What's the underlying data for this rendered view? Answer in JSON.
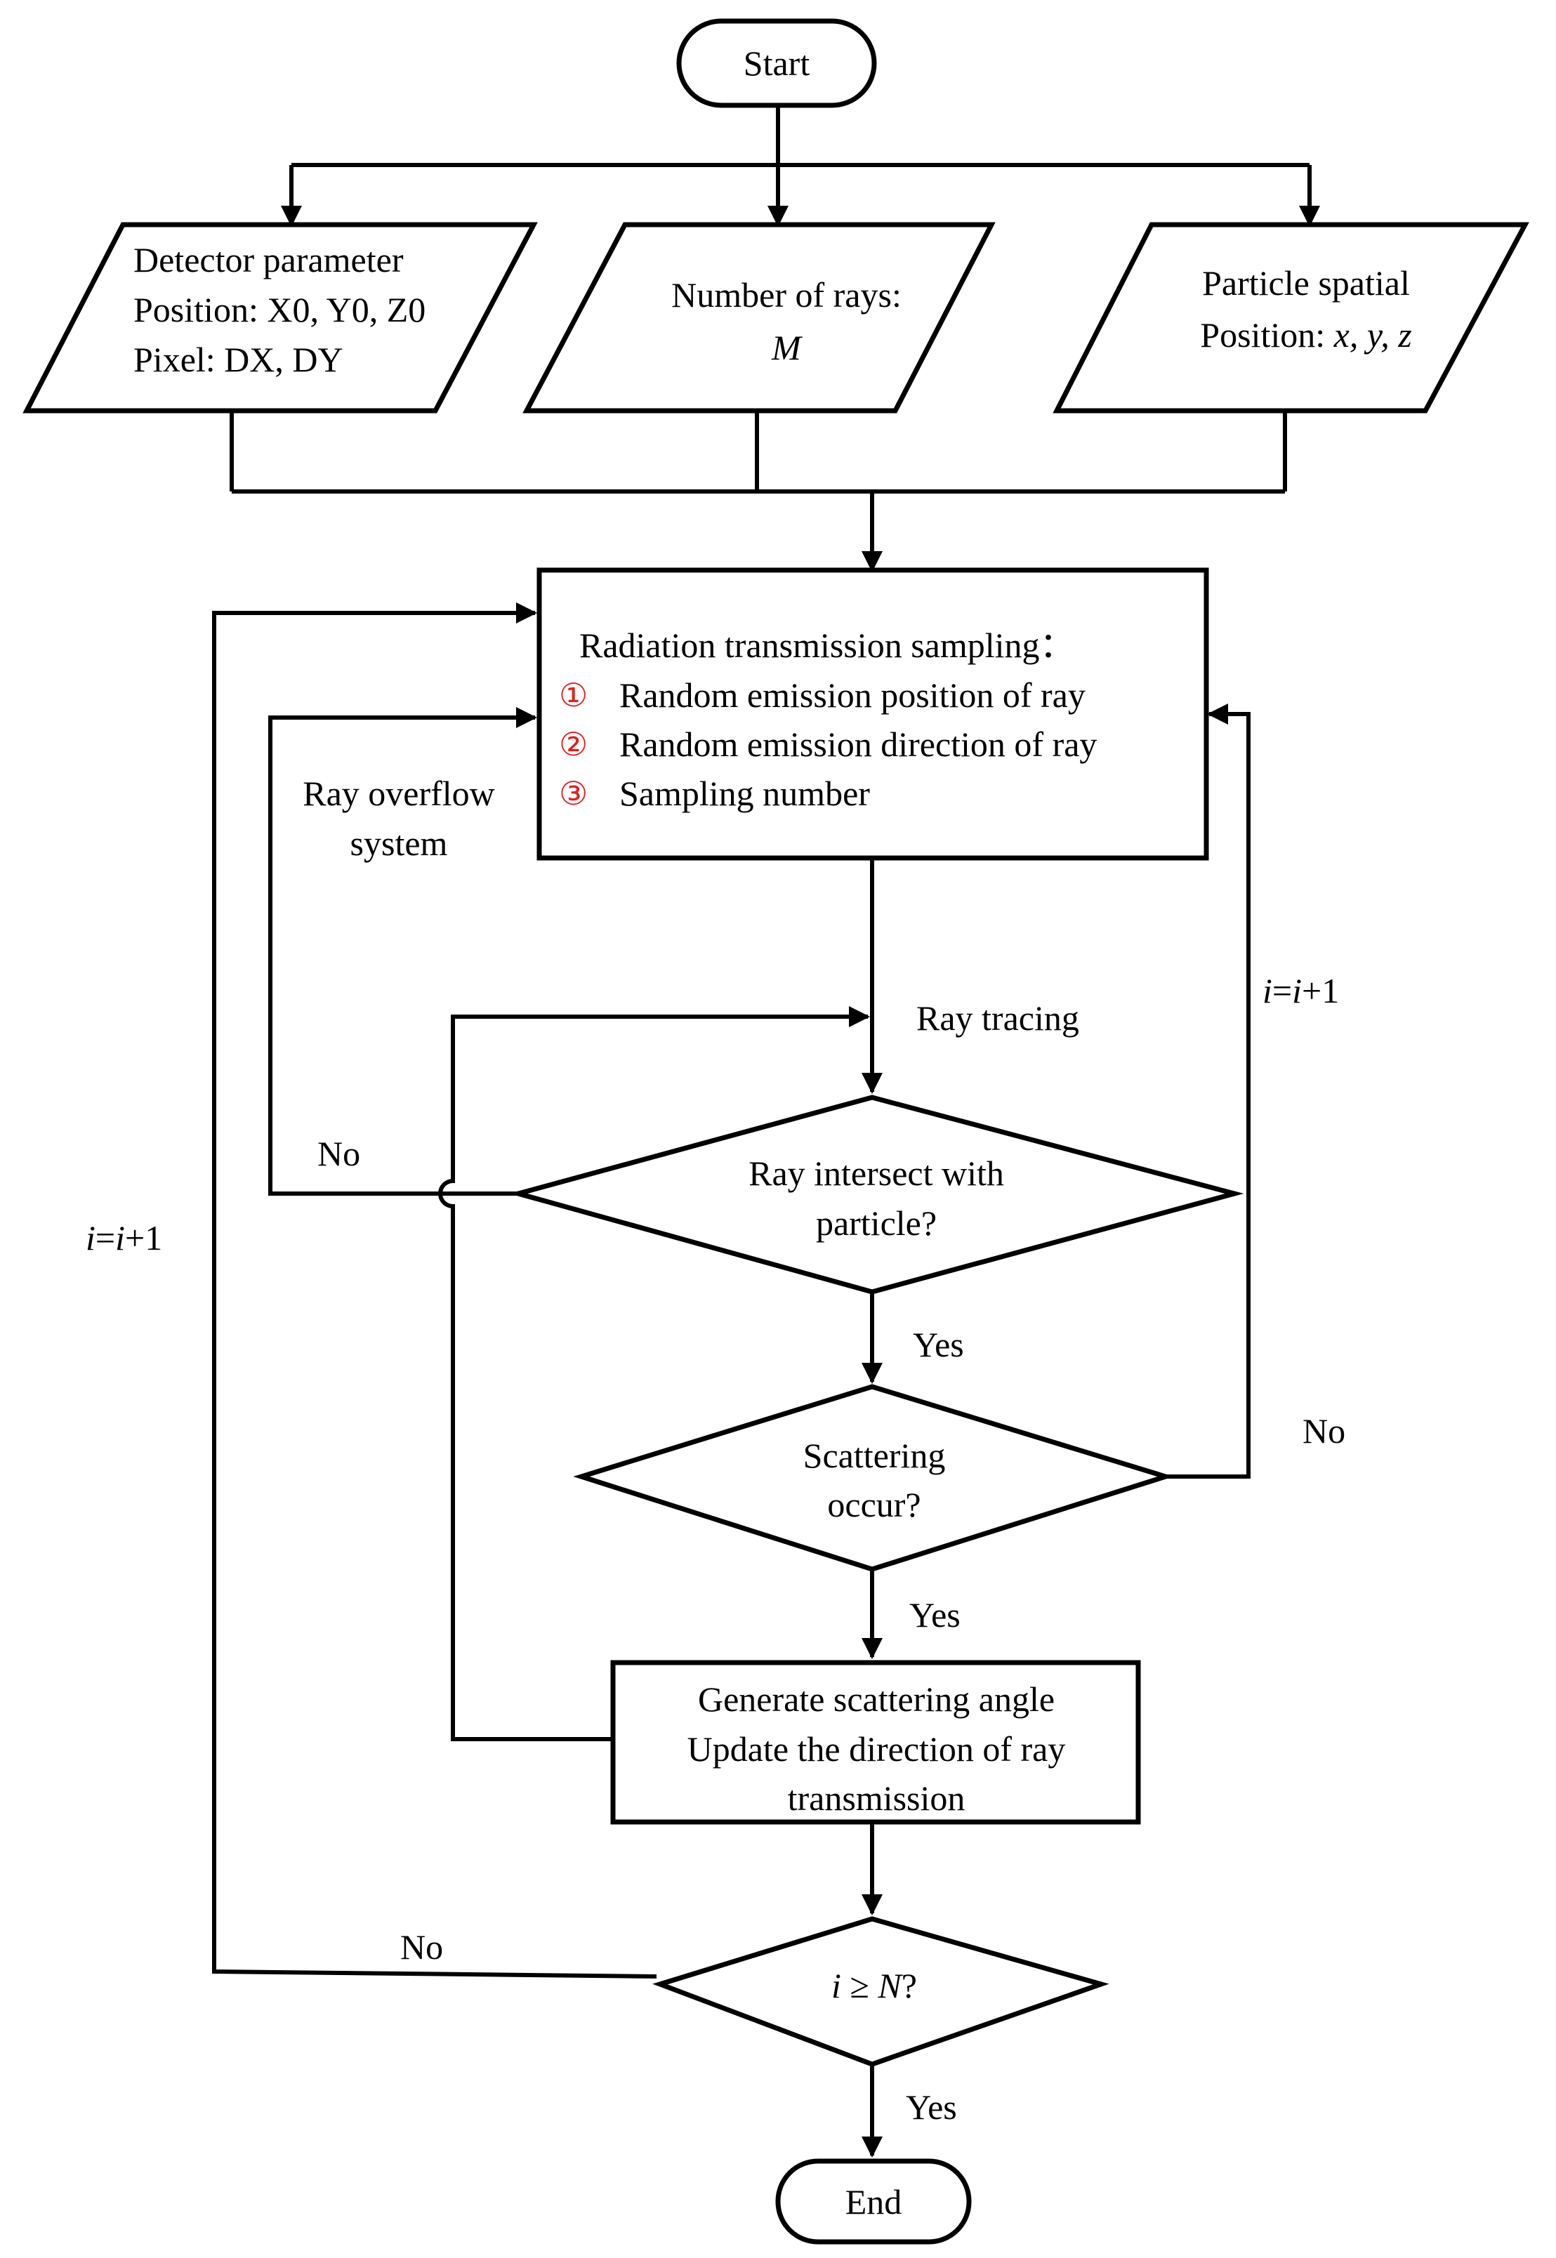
{
  "nodes": {
    "start": "Start",
    "end": "End",
    "detector": {
      "line1": "Detector parameter",
      "line2": "Position: X0, Y0, Z0",
      "line3": "Pixel: DX, DY"
    },
    "rays": {
      "line1": "Number of rays:",
      "line2": "M"
    },
    "particle": {
      "line1": "Particle spatial",
      "line2_prefix": "Position: ",
      "line2_vars": "x, y, z"
    },
    "sampling": {
      "title": "Radiation transmission sampling：",
      "items": [
        {
          "marker": "①",
          "text": "Random emission position of ray"
        },
        {
          "marker": "②",
          "text": "Random emission direction of ray"
        },
        {
          "marker": "③",
          "text": "Sampling number"
        }
      ]
    },
    "intersect": {
      "line1": "Ray intersect with",
      "line2": "particle?"
    },
    "scattering": {
      "line1": "Scattering",
      "line2": "occur?"
    },
    "generate": {
      "line1": "Generate scattering angle",
      "line2": "Update the direction of ray",
      "line3": "transmission"
    },
    "check": {
      "var_i": "i",
      "op": " ≥ ",
      "var_n": "N",
      "q": "?"
    }
  },
  "labels": {
    "ray_overflow_1": "Ray overflow",
    "ray_overflow_2": "system",
    "ray_tracing": "Ray tracing",
    "no_intersect": "No",
    "yes_intersect": "Yes",
    "no_scatter": "No",
    "yes_scatter": "Yes",
    "no_check": "No",
    "yes_check": "Yes",
    "iter_left": {
      "var1": "i",
      "eq": "=",
      "var2": "i",
      "plus": "+1"
    },
    "iter_right": {
      "var1": "i",
      "eq": "=",
      "var2": "i",
      "plus": "+1"
    }
  },
  "colors": {
    "stroke": "#000000",
    "marker": "#e02020"
  }
}
